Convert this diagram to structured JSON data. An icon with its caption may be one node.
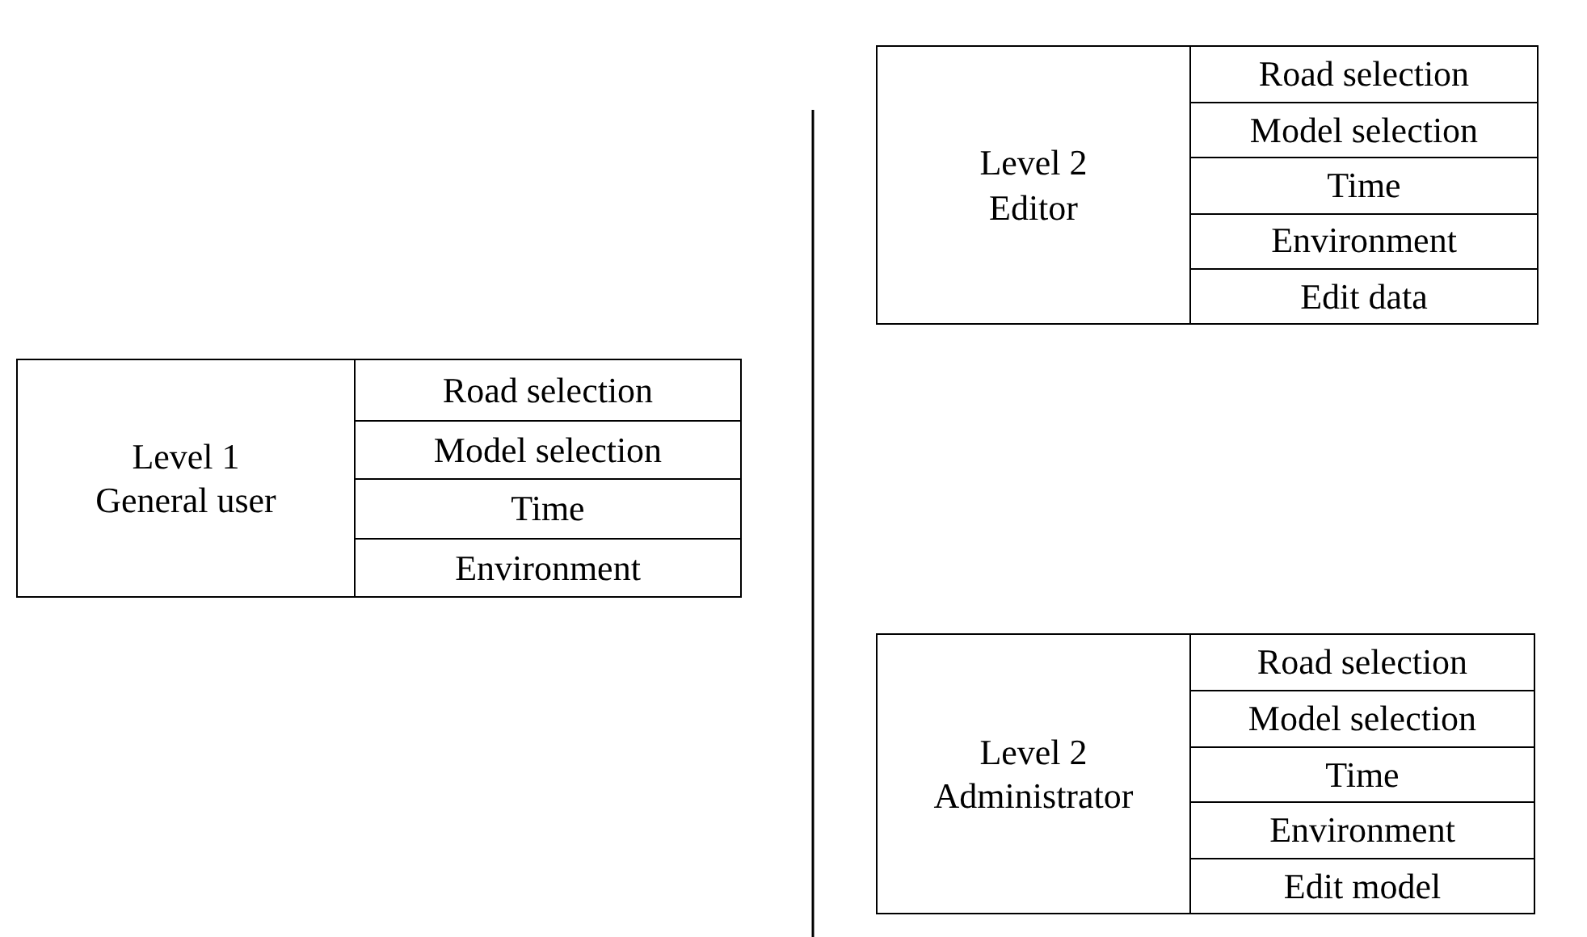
{
  "diagram": {
    "nodes": [
      {
        "text": [],
        "shape": "box"
      },
      {
        "text": [
          "Level 2 Editor"
        ],
        "in": 0
      },
      {
        "text": [
          "Road selection"
        ],
        "in": 0
      },
      {
        "text": [
          "Model selection"
        ],
        "in": 0
      },
      {
        "text": [
          "Time"
        ],
        "in": 0
      },
      {
        "text": [
          "Environment"
        ],
        "in": 0
      },
      {
        "text": [
          "Edit data"
        ],
        "in": 0
      },
      {
        "text": [],
        "shape": "box"
      },
      {
        "text": [
          "Level 1 General user"
        ],
        "in": 7
      },
      {
        "text": [
          "Road selection"
        ],
        "in": 7
      },
      {
        "text": [
          "Model selection"
        ],
        "in": 7
      },
      {
        "text": [
          "Time"
        ],
        "in": 7
      },
      {
        "text": [
          "Environment"
        ],
        "in": 7
      },
      {
        "text": [],
        "shape": "box"
      },
      {
        "text": [
          "Level 2 Administrator"
        ],
        "in": 13
      },
      {
        "text": [
          "Road selection"
        ],
        "in": 13
      },
      {
        "text": [
          "Model selection"
        ],
        "in": 13
      },
      {
        "text": [
          "Time"
        ],
        "in": 13
      },
      {
        "text": [
          "Environment"
        ],
        "in": 13
      },
      {
        "text": [
          "Edit model"
        ],
        "in": 13
      }
    ]
  }
}
